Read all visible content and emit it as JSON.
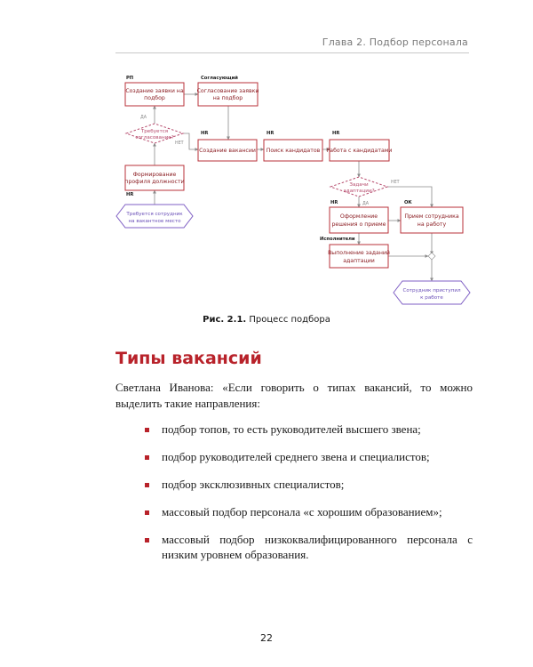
{
  "header": {
    "running_title": "Глава 2. Подбор персонала"
  },
  "figure": {
    "caption_label": "Рис. 2.1.",
    "caption_text": " Процесс подбора",
    "roles": {
      "rp": "РП",
      "approver": "Согласующий",
      "hr1": "HR",
      "hr2": "HR",
      "hr3": "HR",
      "hr4": "HR",
      "hr5": "HR",
      "ok": "ОК",
      "executors": "Исполнители"
    },
    "nodes": {
      "create_request": [
        "Создание заявки на",
        "подбор"
      ],
      "approve_request": [
        "Согласование заявки",
        "на подбор"
      ],
      "create_vacancy": [
        "Создание вакансии"
      ],
      "search_candidates": [
        "Поиск кандидатов"
      ],
      "work_candidates": [
        "Работа с кандидатами"
      ],
      "form_profile": [
        "Формирование",
        "профиля должности"
      ],
      "hire_decision": [
        "Оформление",
        "решения о приеме"
      ],
      "hire_employee": [
        "Прием сотрудника",
        "на работу"
      ],
      "adaptation_tasks": [
        "Выполнение заданий",
        "адаптации"
      ]
    },
    "decisions": {
      "need_approval": [
        "Требуется",
        "согласование?"
      ],
      "adaptation_tasks_q": [
        "Задачи",
        "адаптации?"
      ]
    },
    "events": {
      "start": [
        "Требуется сотрудник",
        "на вакантное место"
      ],
      "end": [
        "Сотрудник приступил",
        "к работе"
      ]
    },
    "branch_labels": {
      "yes1": "ДА",
      "no1": "НЕТ",
      "yes2": "ДА",
      "no2": "НЕТ"
    }
  },
  "section": {
    "title": "Типы вакансий",
    "intro": "Светлана Иванова: «Если говорить о типах вакансий, то можно выделить такие направления:",
    "bullets": [
      "подбор топов, то есть руководителей высшего звена;",
      "подбор руководителей среднего звена и специалистов;",
      "подбор эксклюзивных специалистов;",
      "массовый подбор персонала «с хорошим образованием»;",
      "массовый подбор низкоквалифицированного персонала с низким уровнем образования."
    ]
  },
  "footer": {
    "page_number": "22"
  },
  "colors": {
    "accent": "#b8222a",
    "node_text": "#8c1f24",
    "event_stroke": "#7f5fc4",
    "decision_stroke": "#b64a6c"
  }
}
